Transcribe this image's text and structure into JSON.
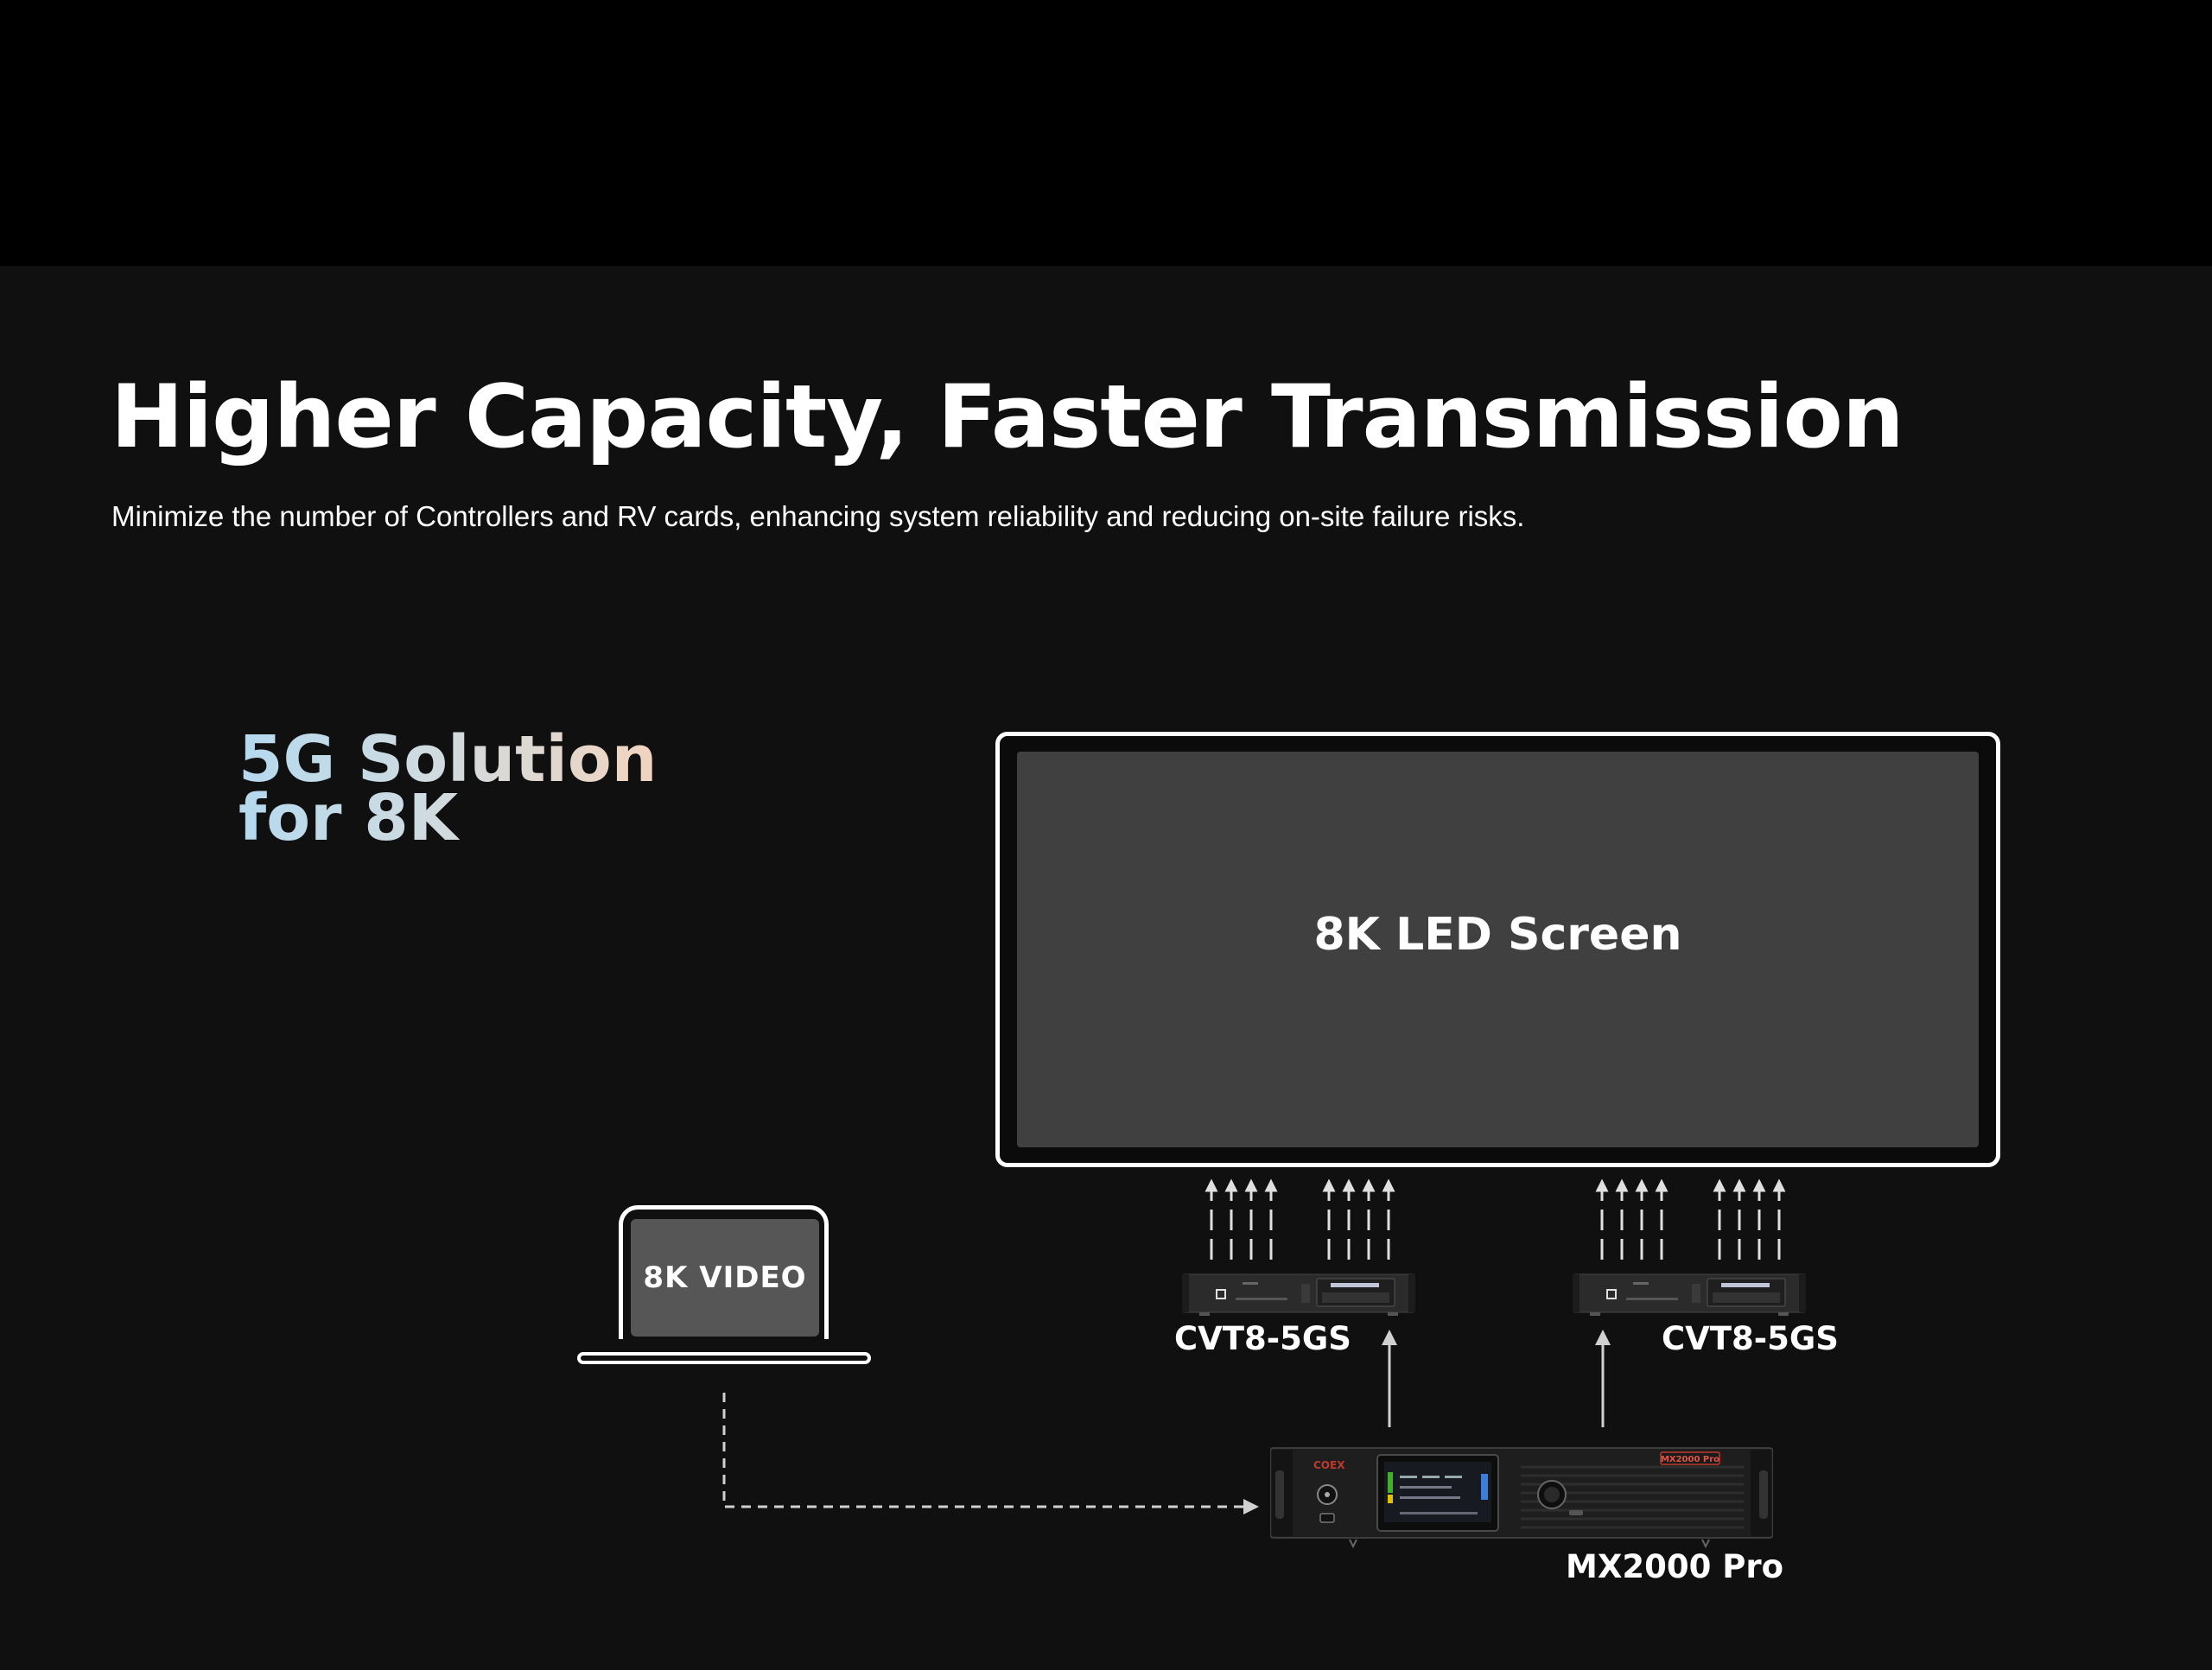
{
  "header": {
    "title": "Higher Capacity, Faster Transmission",
    "subtitle": "Minimize the number of Controllers and RV cards, enhancing system reliability and reducing on-site failure risks."
  },
  "diagram": {
    "solution_line1": "5G Solution",
    "solution_line2": "for 8K",
    "screen_label": "8K LED Screen",
    "source_label": "8K VIDEO",
    "receiver_left_label": "CVT8-5GS",
    "receiver_right_label": "CVT8-5GS",
    "controller_label": "MX2000 Pro",
    "controller_badge": "MX2000 Pro",
    "controller_brand": "COEX",
    "colors": {
      "background": "#101010",
      "top_band": "#000000",
      "screen_fill": "#404040",
      "laptop_screen_fill": "#565656",
      "arrow": "#d0d0d0",
      "gradient": [
        "#b5d9ee",
        "#f1d4c0"
      ]
    }
  }
}
